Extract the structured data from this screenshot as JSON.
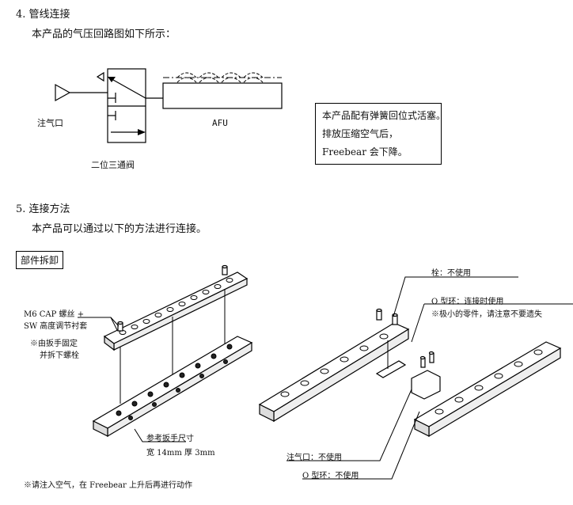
{
  "section4": {
    "title": "4.  管线连接",
    "intro": "本产品的气压回路图如下所示："
  },
  "circuit": {
    "inlet_label": "注气口",
    "valve_label": "二位三通阀",
    "afu_label": "AFU"
  },
  "infobox": {
    "line1": "本产品配有弹簧回位式活塞。",
    "line2": "排放压缩空气后，",
    "line3": "Freebear 会下降。"
  },
  "section5": {
    "title": "5.  连接方法",
    "intro": "本产品可以通过以下的方法进行连接。"
  },
  "disassembly_tag": "部件拆卸",
  "left_figure": {
    "bolt_label_1": "M6 CAP 螺丝 +",
    "bolt_label_2": "SW 高度调节衬套",
    "wrench_note_1": "※由扳手固定",
    "wrench_note_2": "并拆下螺栓",
    "wrench_size_label": "参考扳手尺寸",
    "wrench_size_value": "宽 14mm  厚 3mm"
  },
  "right_figure": {
    "plug_label": "栓：不使用",
    "oring_used_label": "O 型环：连接时使用",
    "small_parts_note": "※极小的零件，请注意不要遗失",
    "inlet_unused_label": "注气口：不使用",
    "oring_unused_label": "O 型环：不使用"
  },
  "footer_note": "※请注入空气，在 Freebear 上升后再进行动作"
}
